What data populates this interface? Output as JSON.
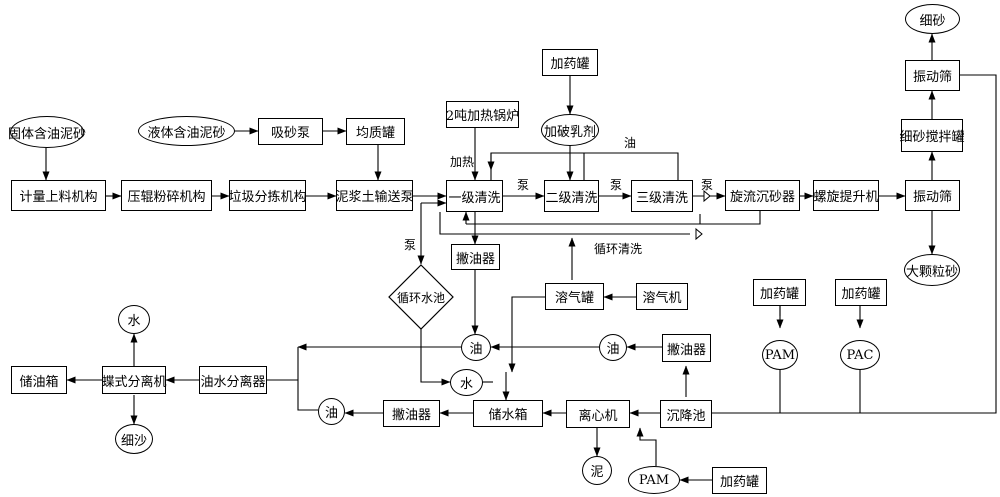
{
  "nodes": {
    "solid_oily_sludge": "固体含油泥砂",
    "metering_feeder": "计量上料机构",
    "roller_crusher": "压辊粉碎机构",
    "garbage_sorter": "垃圾分拣机构",
    "slurry_pump": "泥浆土输送泵",
    "liquid_oily_sludge": "液体含油泥砂",
    "sand_pump": "吸砂泵",
    "homogenizer": "均质罐",
    "boiler": "2吨加热锅炉",
    "dosing_tank_top": "加药罐",
    "demulsifier": "加破乳剂",
    "wash_1": "一级清洗",
    "wash_2": "二级清洗",
    "wash_3": "三级清洗",
    "cyclone": "旋流沉砂器",
    "screw_lift": "螺旋提升机",
    "vibrating_screen": "振动筛",
    "coarse_sand": "大颗粒砂",
    "fine_sand_mixer": "细砂搅拌罐",
    "vibrating_screen_top": "振动筛",
    "fine_sand_top": "细砂",
    "oil_skimmer_upper": "撇油器",
    "circulating_pool": "循环水池",
    "dissolved_air_tank": "溶气罐",
    "dissolved_air_machine": "溶气机",
    "oil_upper": "油",
    "oil_mid": "油",
    "oil_skimmer_right": "撇油器",
    "water_mid": "水",
    "dosing_pam": "加药罐",
    "pam_1": "PAM",
    "dosing_pac": "加药罐",
    "pac": "PAC",
    "oil_water_separator": "油水分离器",
    "disc_separator": "蝶式分离机",
    "oil_storage": "储油箱",
    "water_top": "水",
    "fine_sand_bottom": "细沙",
    "oil_lower": "油",
    "oil_skimmer_lower": "撇油器",
    "water_tank": "储水箱",
    "centrifuge": "离心机",
    "sedimentation_tank": "沉降池",
    "mud": "泥",
    "pam_2": "PAM",
    "dosing_tank_bottom": "加药罐"
  },
  "labels": {
    "heating": "加热",
    "oil": "油",
    "pump_1": "泵",
    "pump_2": "泵",
    "pump_3": "泵",
    "pump_4": "泵",
    "circulating_wash": "循环清洗"
  }
}
